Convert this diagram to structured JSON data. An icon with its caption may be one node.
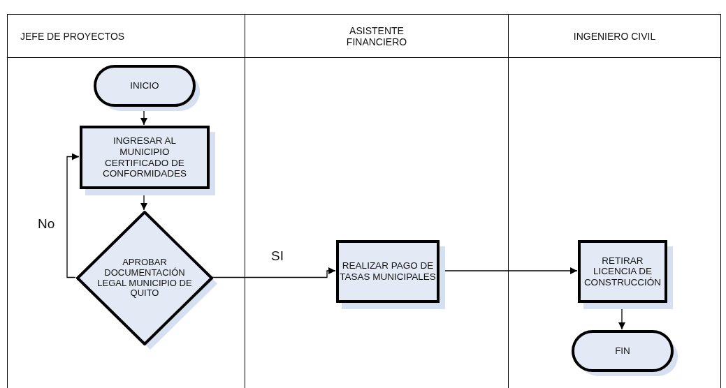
{
  "diagram": {
    "nodes": [
      {
        "text": [
          "JEFE DE PROYECTOS"
        ]
      },
      {
        "text": [
          "ASISTENTE FINANCIERO"
        ]
      },
      {
        "text": [
          "INGENIERO CIVIL"
        ]
      },
      {
        "text": [
          "INICIO"
        ],
        "in": 0
      },
      {
        "text": [
          "INGRESAR AL MUNICIPIO CERTIFICADO DE CONFORMIDADES"
        ],
        "in": 0
      },
      {
        "text": [
          "APROBAR DOCUMENTACIÓN LEGAL MUNICIPIO DE QUITO"
        ],
        "in": 0
      },
      {
        "text": [
          "REALIZAR PAGO DE TASAS MUNICIPALES"
        ],
        "in": 1
      },
      {
        "text": [
          "RETIRAR LICENCIA DE CONSTRUCCIÓN"
        ],
        "in": 2
      },
      {
        "text": [
          "FIN"
        ],
        "in": 2
      }
    ],
    "edges": [
      {
        "from": 3,
        "to": 4,
        "arrow": "to"
      },
      {
        "from": 4,
        "to": 5,
        "arrow": "to"
      },
      {
        "from": 5,
        "to": 4,
        "arrow": "to",
        "label": "No"
      },
      {
        "from": 5,
        "to": 6,
        "arrow": "to",
        "label": "SI"
      },
      {
        "from": 6,
        "to": 7,
        "arrow": "to"
      },
      {
        "from": 7,
        "to": 8,
        "arrow": "to"
      }
    ]
  }
}
